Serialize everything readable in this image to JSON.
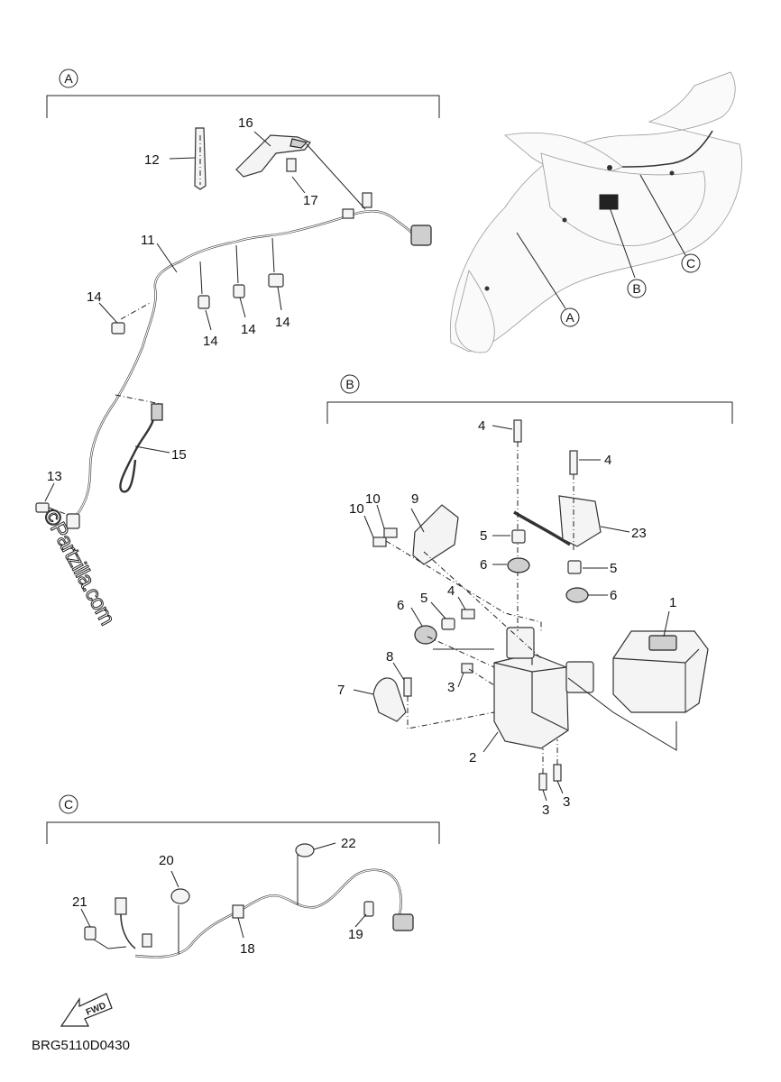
{
  "sections": {
    "a": "A",
    "b": "B",
    "c": "C"
  },
  "callouts": {
    "n1": "1",
    "n2": "2",
    "n3a": "3",
    "n3b": "3",
    "n3c": "3",
    "n4a": "4",
    "n4b": "4",
    "n4c": "4",
    "n5a": "5",
    "n5b": "5",
    "n5c": "5",
    "n6a": "6",
    "n6b": "6",
    "n6c": "6",
    "n7": "7",
    "n8": "8",
    "n9": "9",
    "n10a": "10",
    "n10b": "10",
    "n11": "11",
    "n12": "12",
    "n13": "13",
    "n14a": "14",
    "n14b": "14",
    "n14c": "14",
    "n14d": "14",
    "n15": "15",
    "n16": "16",
    "n17": "17",
    "n18": "18",
    "n19": "19",
    "n20": "20",
    "n21": "21",
    "n22": "22",
    "n23": "23"
  },
  "watermark": "©Partzilla.com",
  "fwd_label": "FWD",
  "diagram_code": "BRG5110D0430",
  "colors": {
    "ink": "#222222",
    "part_fill": "#f4f4f4",
    "bike_outline": "#999999"
  }
}
